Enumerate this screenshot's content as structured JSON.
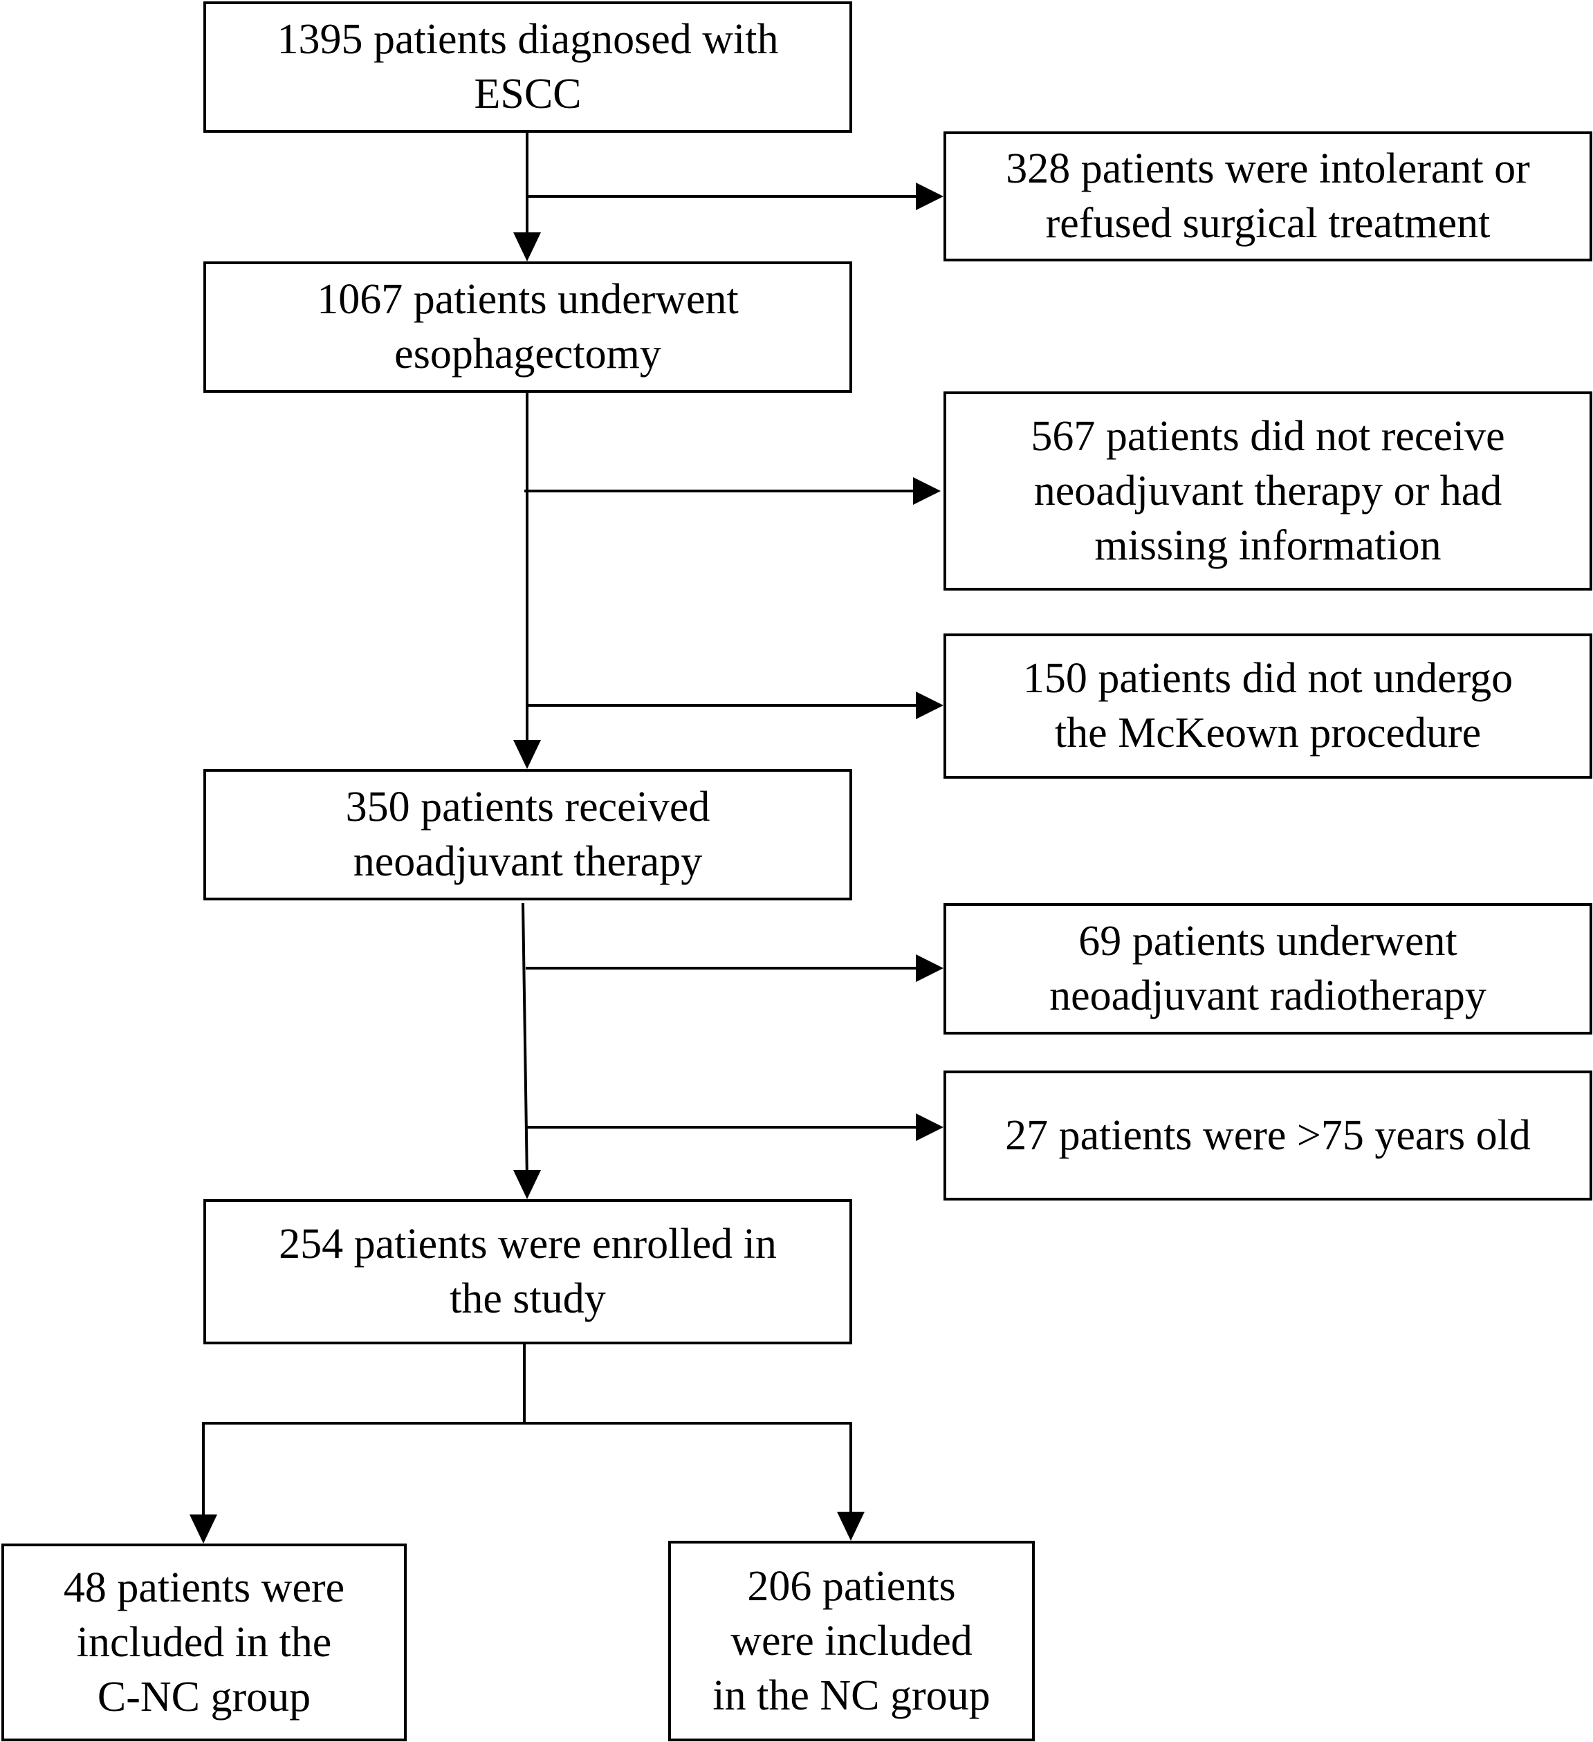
{
  "flowchart": {
    "diagnosed": {
      "lines": [
        "1395 patients diagnosed with",
        "ESCC"
      ]
    },
    "excluded_surgery": {
      "lines": [
        "328 patients were intolerant or",
        "refused surgical treatment"
      ]
    },
    "esophagectomy": {
      "lines": [
        "1067 patients underwent",
        "esophagectomy"
      ]
    },
    "excluded_neoadjuvant": {
      "lines": [
        "567 patients did not receive",
        "neoadjuvant therapy or had",
        "missing information"
      ]
    },
    "excluded_mckeown": {
      "lines": [
        "150 patients did not undergo",
        "the McKeown procedure"
      ]
    },
    "received_neoadjuvant": {
      "lines": [
        "350 patients received",
        "neoadjuvant therapy"
      ]
    },
    "excluded_radiotherapy": {
      "lines": [
        "69 patients underwent",
        "neoadjuvant radiotherapy"
      ]
    },
    "excluded_age": {
      "lines": [
        "27 patients were >75 years old"
      ]
    },
    "enrolled": {
      "lines": [
        "254 patients were enrolled in",
        "the study"
      ]
    },
    "cnc_group": {
      "lines": [
        "48 patients were",
        "included in the",
        "C-NC group"
      ]
    },
    "nc_group": {
      "lines": [
        "206 patients",
        "were included",
        "in the NC group"
      ]
    }
  },
  "colors": {
    "line": "#000000",
    "background": "#ffffff"
  }
}
